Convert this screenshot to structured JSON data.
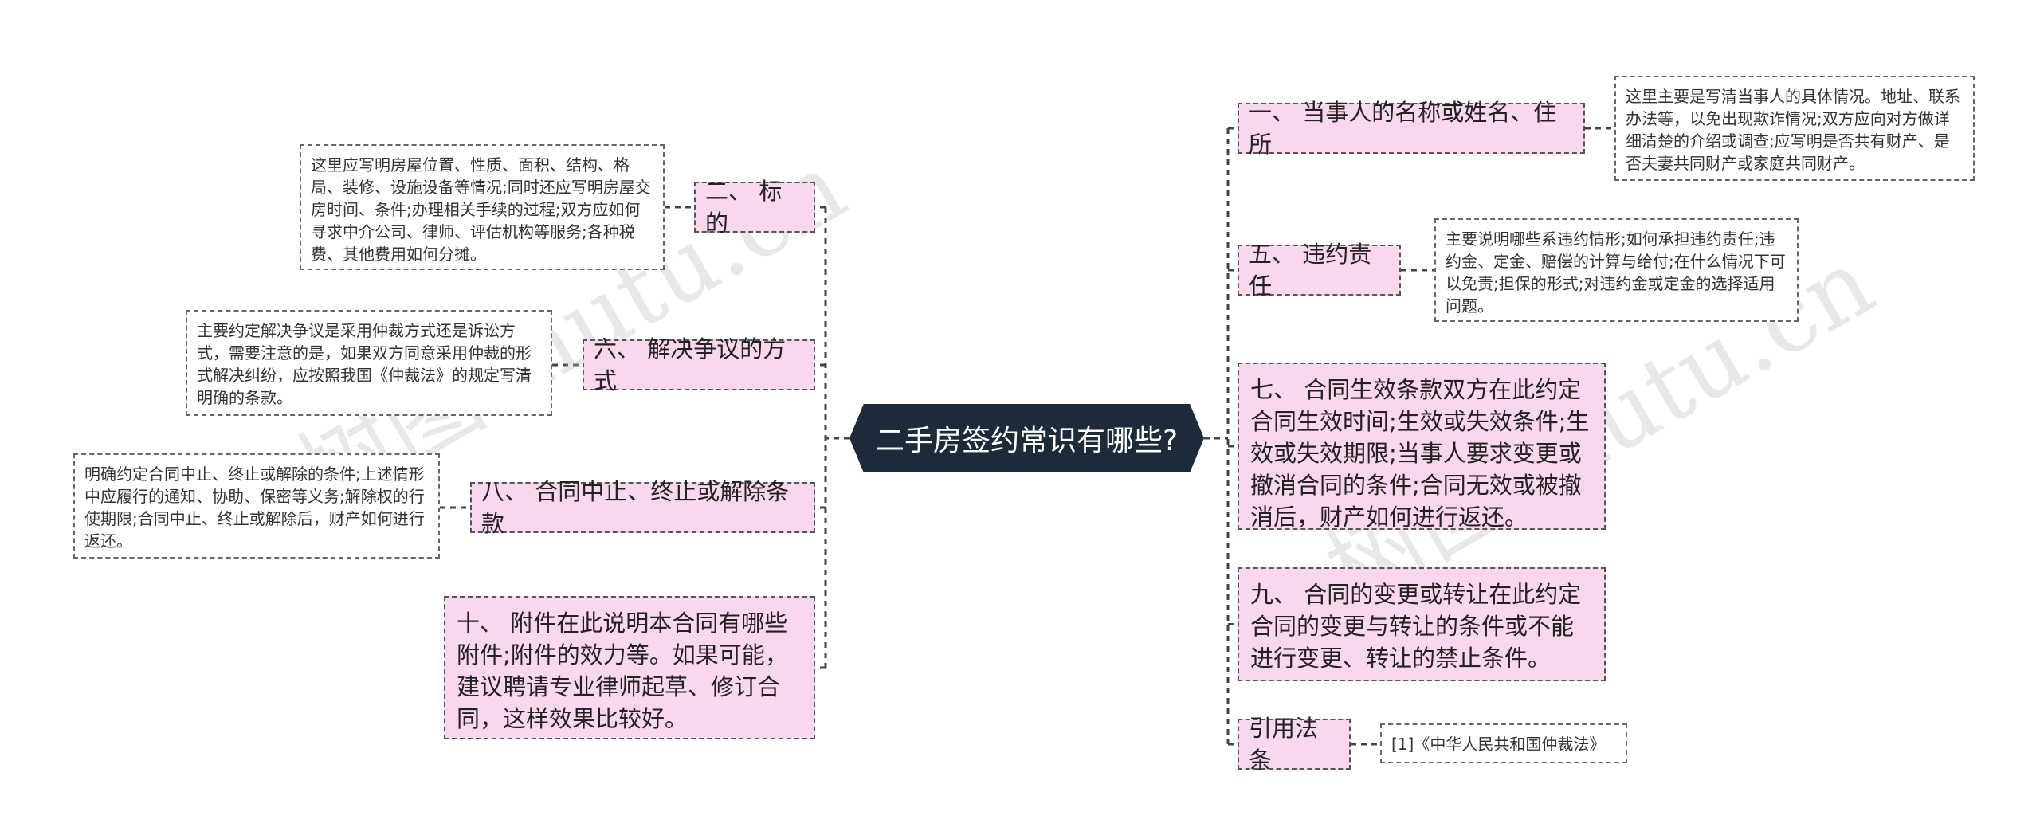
{
  "central": "二手房签约常识有哪些?",
  "watermark": "树图shutu.cn",
  "left": [
    {
      "id": "n2",
      "label": "二、 标的",
      "note": "这里应写明房屋位置、性质、面积、结构、格局、装修、设施设备等情况;同时还应写明房屋交房时间、条件;办理相关手续的过程;双方应如何寻求中介公司、律师、评估机构等服务;各种税费、其他费用如何分摊。"
    },
    {
      "id": "n6",
      "label": "六、 解决争议的方式",
      "note": "主要约定解决争议是采用仲裁方式还是诉讼方式，需要注意的是，如果双方同意采用仲裁的形式解决纠纷，应按照我国《仲裁法》的规定写清明确的条款。"
    },
    {
      "id": "n8",
      "label": "八、 合同中止、终止或解除条款",
      "note": "明确约定合同中止、终止或解除的条件;上述情形中应履行的通知、协助、保密等义务;解除权的行使期限;合同中止、终止或解除后，财产如何进行返还。"
    },
    {
      "id": "n10",
      "label": "十、 附件在此说明本合同有哪些附件;附件的效力等。如果可能，建议聘请专业律师起草、修订合同，这样效果比较好。",
      "note": ""
    }
  ],
  "right": [
    {
      "id": "n1",
      "label": "一、 当事人的名称或姓名、住所",
      "note": "这里主要是写清当事人的具体情况。地址、联系办法等，以免出现欺诈情况;双方应向对方做详细清楚的介绍或调查;应写明是否共有财产、是否夫妻共同财产或家庭共同财产。"
    },
    {
      "id": "n5",
      "label": "五、 违约责任",
      "note": "主要说明哪些系违约情形;如何承担违约责任;违约金、定金、赔偿的计算与给付;在什么情况下可以免责;担保的形式;对违约金或定金的选择适用问题。"
    },
    {
      "id": "n7",
      "label": "七、 合同生效条款双方在此约定合同生效时间;生效或失效条件;生效或失效期限;当事人要求变更或撤消合同的条件;合同无效或被撤消后，财产如何进行返还。",
      "note": ""
    },
    {
      "id": "n9",
      "label": "九、 合同的变更或转让在此约定合同的变更与转让的条件或不能进行变更、转让的禁止条件。",
      "note": ""
    },
    {
      "id": "law",
      "label": "引用法条",
      "note": "[1]《中华人民共和国仲裁法》"
    }
  ],
  "colors": {
    "branch_fill": "#f9d7ee",
    "central_fill": "#1c2a3a",
    "line": "#444444"
  }
}
